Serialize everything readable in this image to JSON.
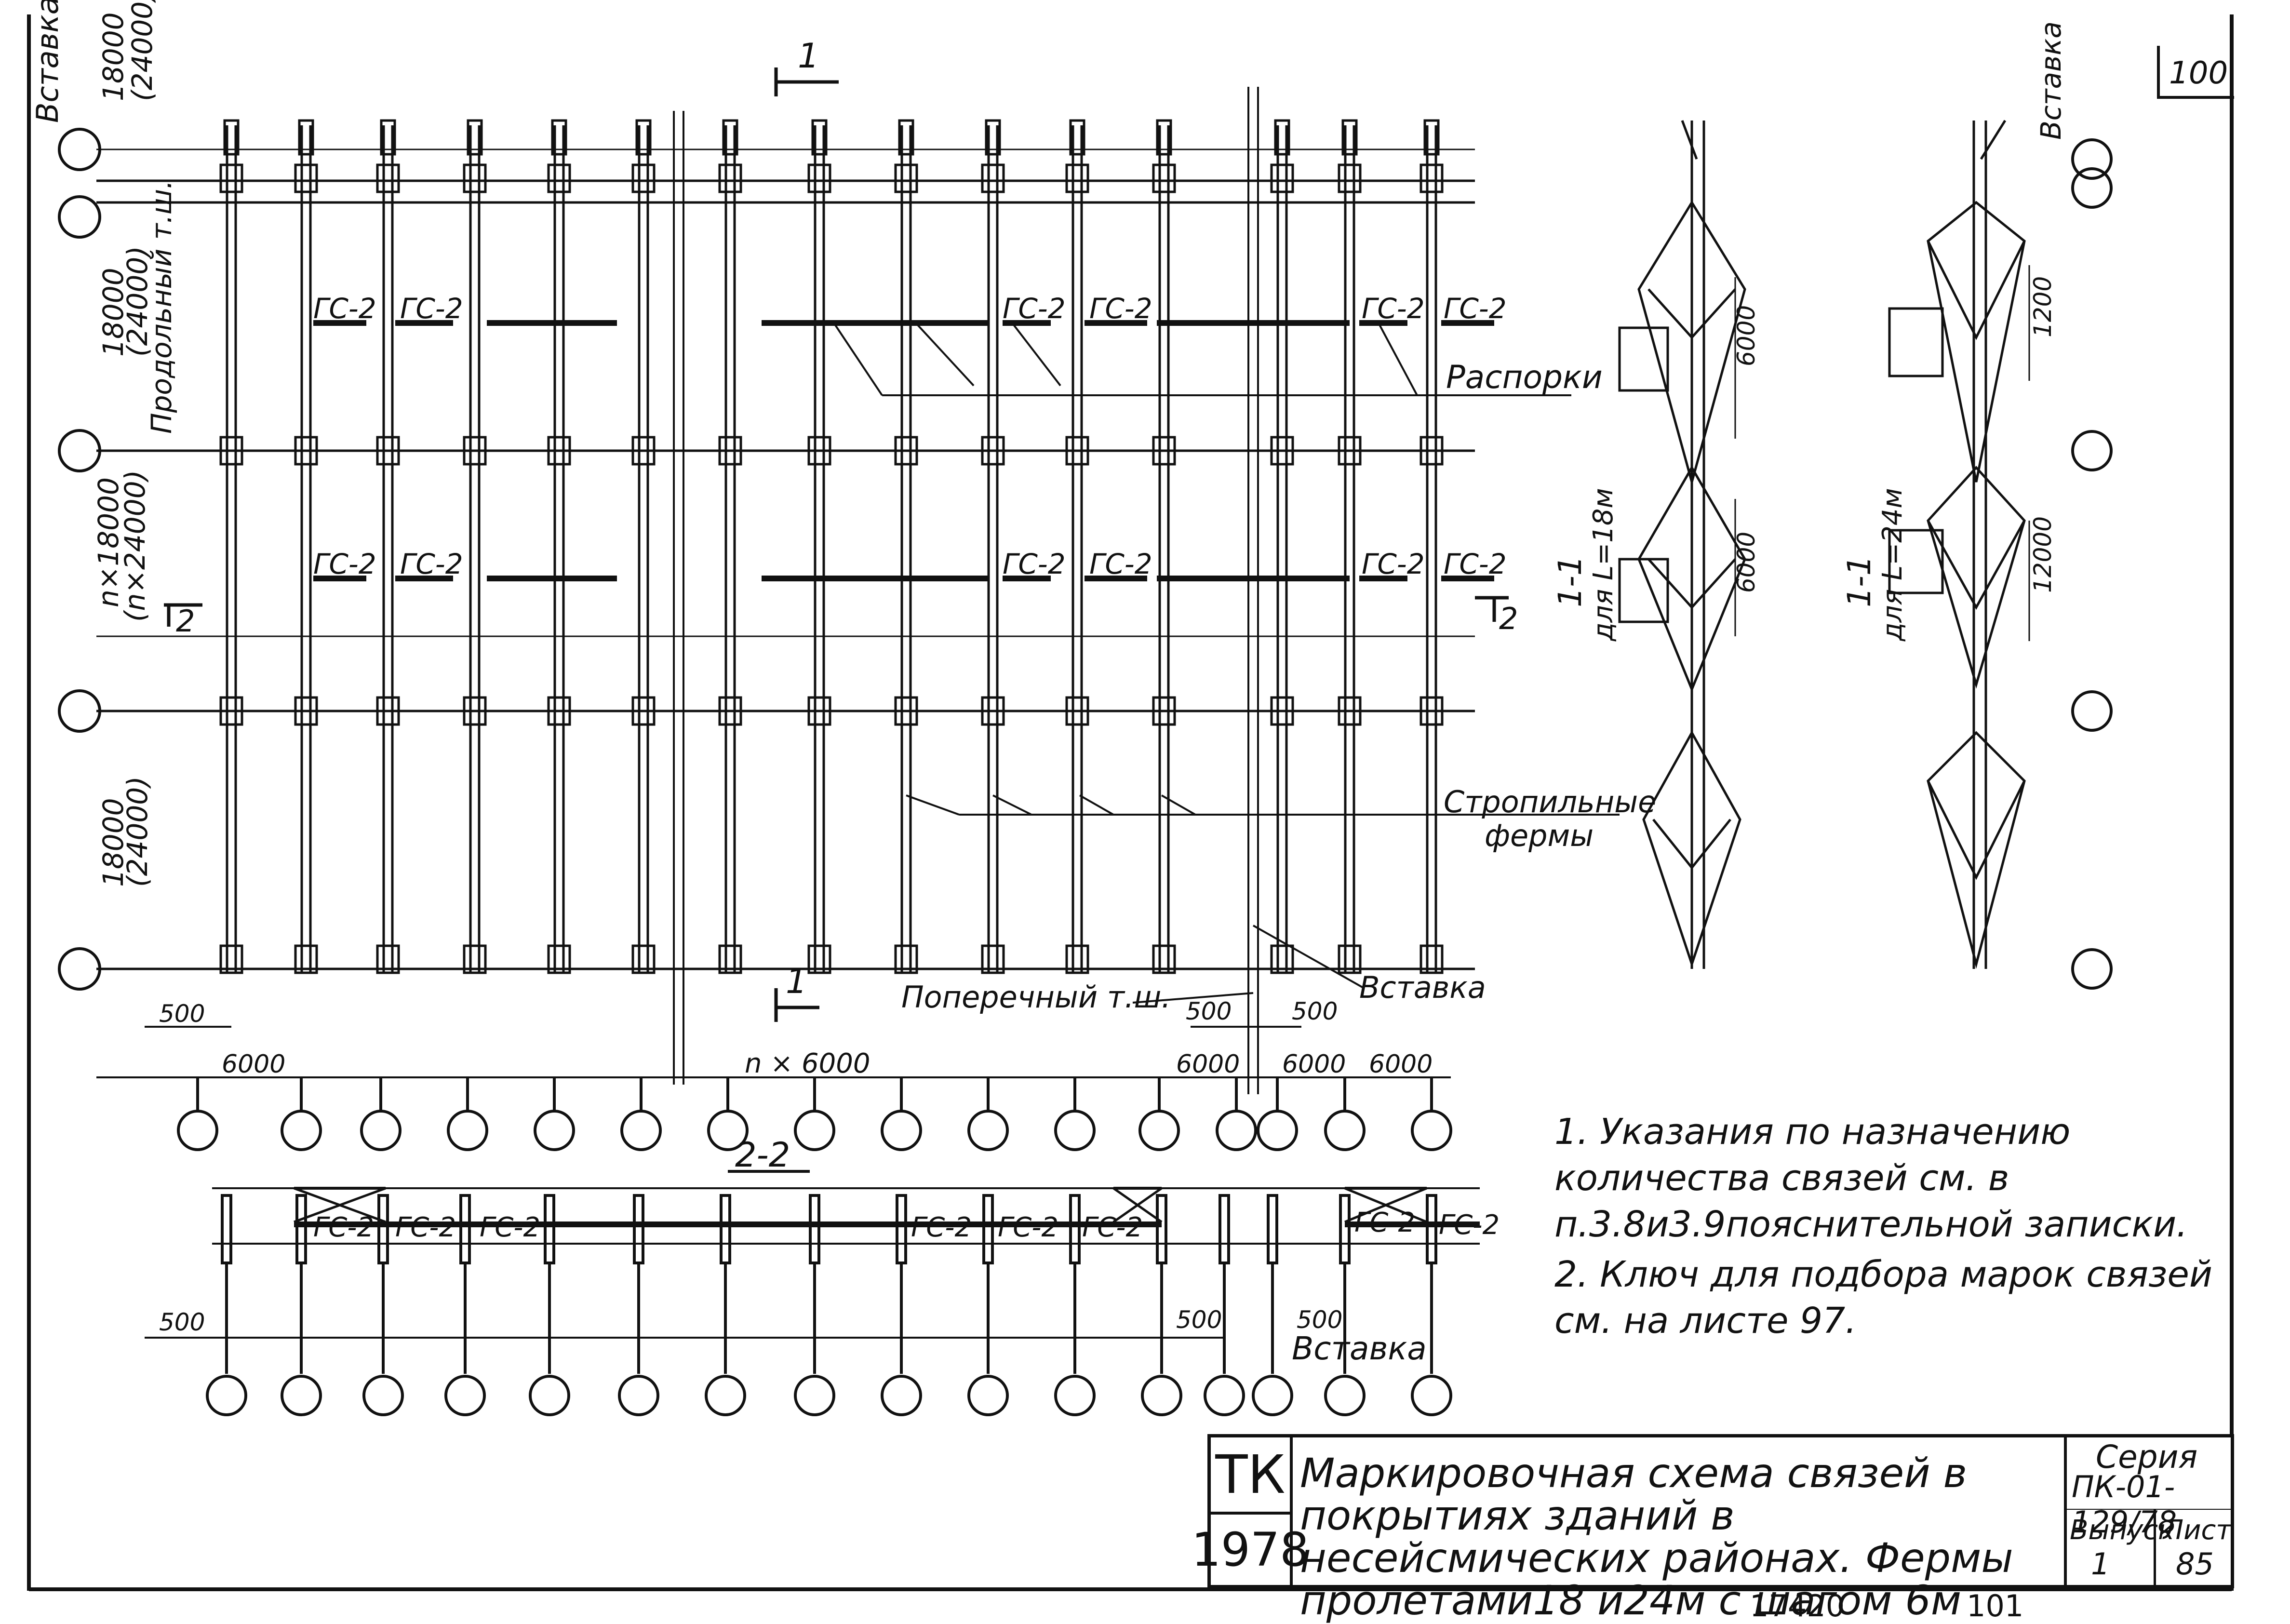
{
  "page_number": "100",
  "plan": {
    "left_dims": [
      "18000",
      "(24000)",
      "18000",
      "(24000)",
      "n×18000",
      "(n×24000)",
      "18000",
      "(24000)"
    ],
    "insert_label": "Вставка",
    "long_joint_label": "Продольный т.ш.",
    "trans_joint_label": "Поперечный т.ш.",
    "struts_label": "Распорки",
    "trusses_label": "Стропильные фермы",
    "tie_mark": "ГС-2",
    "section_1": "1",
    "section_2": "2",
    "bottom_dims": [
      "500",
      "6000",
      "n × 6000",
      "6000",
      "500",
      "500",
      "6000",
      "6000"
    ]
  },
  "section_22": {
    "title": "2-2",
    "tie_mark": "ГС-2",
    "dims": [
      "500",
      "500",
      "500"
    ],
    "insert_label": "Вставка"
  },
  "sections_11": {
    "left_caption": "1-1",
    "left_sub": "для L=18м",
    "right_caption": "1-1",
    "right_sub": "для L=24м",
    "left_dims": [
      "6000",
      "6000"
    ],
    "right_dims": [
      "1200",
      "12000"
    ],
    "insert_label": "Вставка"
  },
  "notes": [
    "1. Указания по назначению количества связей см. в п.3.8и3.9пояснительной записки.",
    "2. Ключ для подбора марок связей см. на листе 97."
  ],
  "title_block": {
    "org": "ТК",
    "year": "1978",
    "title": "Маркировочная схема связей в покрытиях зданий в несейсмических районах. Фермы пролетами18 и24м с шагом 6м",
    "series_header": "Серия",
    "series_value": "ПК-01-129/78",
    "issue_header": "Выпуск",
    "sheet_header": "Лист",
    "issue_value": "1",
    "sheet_value": "85"
  },
  "footer": {
    "left": "17420",
    "right": "101"
  }
}
